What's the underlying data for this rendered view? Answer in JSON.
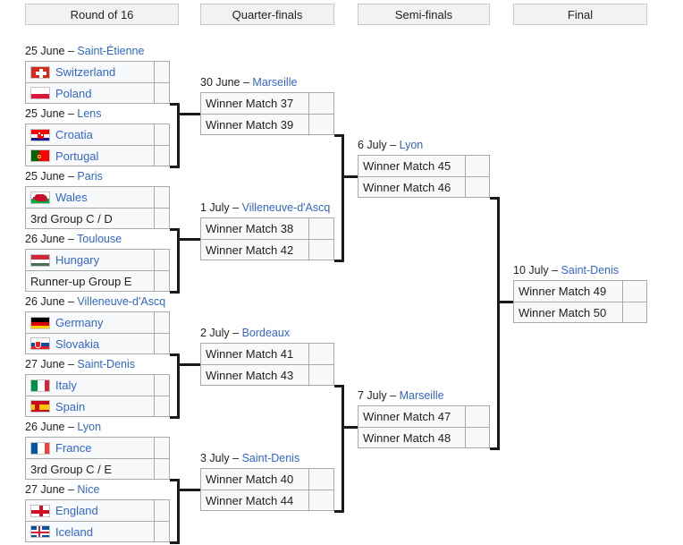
{
  "headers": [
    {
      "label": "Round of 16"
    },
    {
      "label": "Quarter-finals"
    },
    {
      "label": "Semi-finals"
    },
    {
      "label": "Final"
    }
  ],
  "round_of_16": [
    {
      "date": "25 June",
      "venue": "Saint-Étienne",
      "teams": [
        {
          "name": "Switzerland",
          "flag": "switzerland",
          "score": ""
        },
        {
          "name": "Poland",
          "flag": "poland",
          "score": ""
        }
      ]
    },
    {
      "date": "25 June",
      "venue": "Lens",
      "teams": [
        {
          "name": "Croatia",
          "flag": "croatia",
          "score": ""
        },
        {
          "name": "Portugal",
          "flag": "portugal",
          "score": ""
        }
      ]
    },
    {
      "date": "25 June",
      "venue": "Paris",
      "teams": [
        {
          "name": "Wales",
          "flag": "wales",
          "score": ""
        },
        {
          "name": "3rd Group C / D",
          "flag": "",
          "score": ""
        }
      ]
    },
    {
      "date": "26 June",
      "venue": "Toulouse",
      "teams": [
        {
          "name": "Hungary",
          "flag": "hungary",
          "score": ""
        },
        {
          "name": "Runner-up Group E",
          "flag": "",
          "score": ""
        }
      ]
    },
    {
      "date": "26 June",
      "venue": "Villeneuve-d'Ascq",
      "teams": [
        {
          "name": "Germany",
          "flag": "germany",
          "score": ""
        },
        {
          "name": "Slovakia",
          "flag": "slovakia",
          "score": ""
        }
      ]
    },
    {
      "date": "27 June",
      "venue": "Saint-Denis",
      "teams": [
        {
          "name": "Italy",
          "flag": "italy",
          "score": ""
        },
        {
          "name": "Spain",
          "flag": "spain",
          "score": ""
        }
      ]
    },
    {
      "date": "26 June",
      "venue": "Lyon",
      "teams": [
        {
          "name": "France",
          "flag": "france",
          "score": ""
        },
        {
          "name": "3rd Group C / E",
          "flag": "",
          "score": ""
        }
      ]
    },
    {
      "date": "27 June",
      "venue": "Nice",
      "teams": [
        {
          "name": "England",
          "flag": "england",
          "score": ""
        },
        {
          "name": "Iceland",
          "flag": "iceland",
          "score": ""
        }
      ]
    }
  ],
  "quarter_finals": [
    {
      "date": "30 June",
      "venue": "Marseille",
      "teams": [
        {
          "name": "Winner Match 37",
          "flag": "",
          "score": ""
        },
        {
          "name": "Winner Match 39",
          "flag": "",
          "score": ""
        }
      ]
    },
    {
      "date": "1 July",
      "venue": "Villeneuve-d'Ascq",
      "teams": [
        {
          "name": "Winner Match 38",
          "flag": "",
          "score": ""
        },
        {
          "name": "Winner Match 42",
          "flag": "",
          "score": ""
        }
      ]
    },
    {
      "date": "2 July",
      "venue": "Bordeaux",
      "teams": [
        {
          "name": "Winner Match 41",
          "flag": "",
          "score": ""
        },
        {
          "name": "Winner Match 43",
          "flag": "",
          "score": ""
        }
      ]
    },
    {
      "date": "3 July",
      "venue": "Saint-Denis",
      "teams": [
        {
          "name": "Winner Match 40",
          "flag": "",
          "score": ""
        },
        {
          "name": "Winner Match 44",
          "flag": "",
          "score": ""
        }
      ]
    }
  ],
  "semi_finals": [
    {
      "date": "6 July",
      "venue": "Lyon",
      "teams": [
        {
          "name": "Winner Match 45",
          "flag": "",
          "score": ""
        },
        {
          "name": "Winner Match 46",
          "flag": "",
          "score": ""
        }
      ]
    },
    {
      "date": "7 July",
      "venue": "Marseille",
      "teams": [
        {
          "name": "Winner Match 47",
          "flag": "",
          "score": ""
        },
        {
          "name": "Winner Match 48",
          "flag": "",
          "score": ""
        }
      ]
    }
  ],
  "final": [
    {
      "date": "10 July",
      "venue": "Saint-Denis",
      "teams": [
        {
          "name": "Winner Match 49",
          "flag": "",
          "score": ""
        },
        {
          "name": "Winner Match 50",
          "flag": "",
          "score": ""
        }
      ]
    }
  ],
  "separator": "–",
  "colors": {
    "link": "#3366cc",
    "text": "#202122",
    "header_bg": "#f2f2f2",
    "header_border": "#c8c8c8",
    "cell_border": "#aaaaaa",
    "cell_bg": "#f8f9fa",
    "connector": "#1a1a1a"
  }
}
